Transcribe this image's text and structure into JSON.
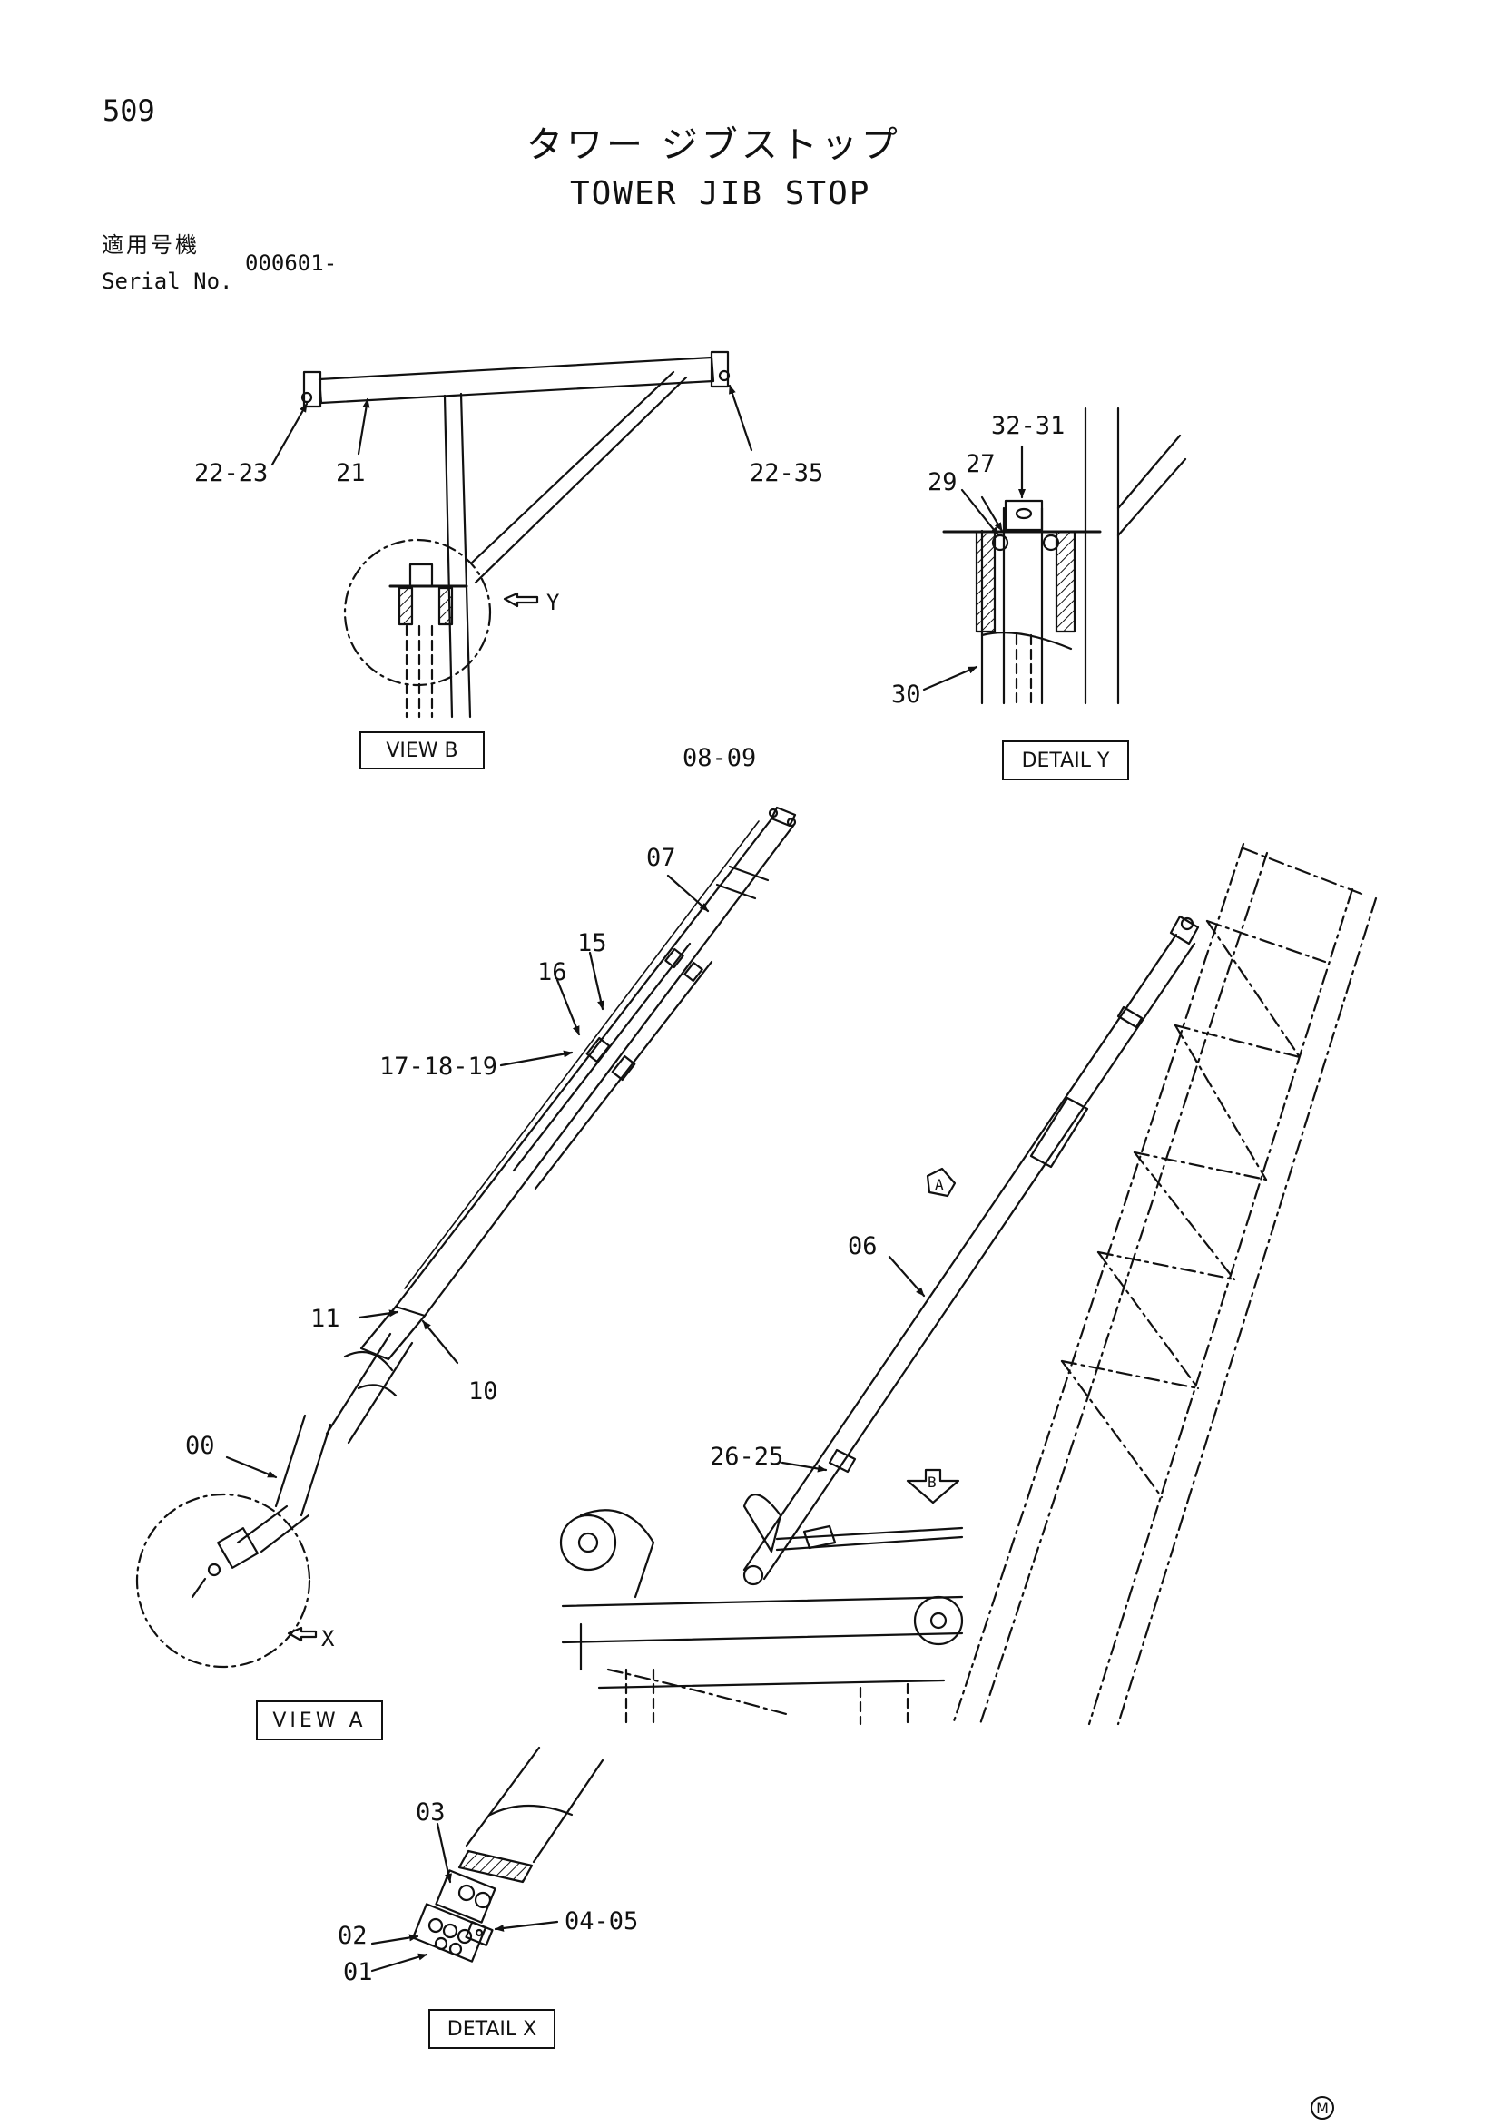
{
  "page_number": "509",
  "title": {
    "japanese": "タワー ジブストップ",
    "english": "TOWER JIB STOP"
  },
  "serial": {
    "label_japanese": "適用号機",
    "label_english": "Serial No.",
    "value": "000601-"
  },
  "view_labels": {
    "view_b": "VIEW B",
    "detail_y": "DETAIL Y",
    "view_a": "VIEW A",
    "detail_x": "DETAIL X",
    "arrow_a": "A",
    "arrow_b": "B",
    "pointer_x": "X",
    "pointer_y": "Y"
  },
  "part_labels": {
    "p22_23": "22-23",
    "p21": "21",
    "p22_35": "22-35",
    "p32_31": "32-31",
    "p29": "29",
    "p27": "27",
    "p30": "30",
    "p08_09": "08-09",
    "p07": "07",
    "p15": "15",
    "p16": "16",
    "p17_18_19": "17-18-19",
    "p11": "11",
    "p10": "10",
    "p00": "00",
    "p06": "06",
    "p26_25": "26-25",
    "p03": "03",
    "p02": "02",
    "p01": "01",
    "p04_05": "04-05"
  },
  "corner_mark": "M"
}
